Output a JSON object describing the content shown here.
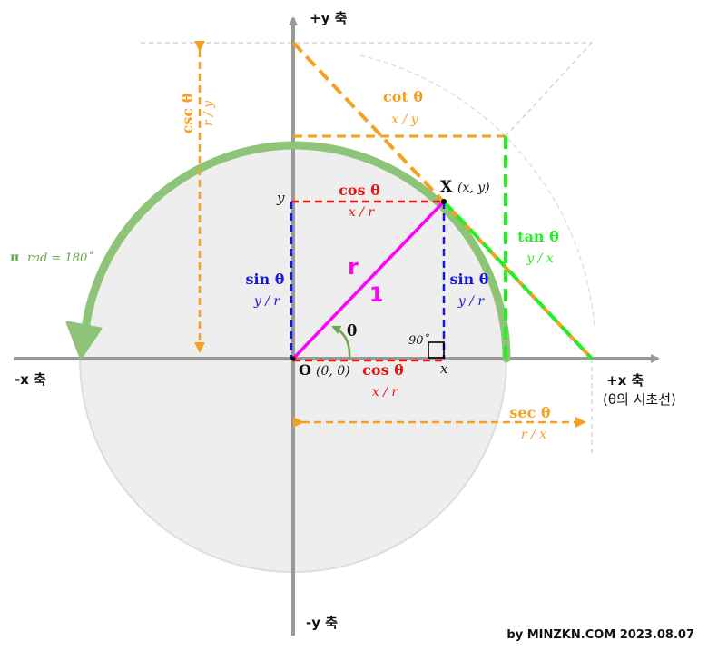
{
  "colors": {
    "circle_fill": "#eeeeee",
    "circle_stroke": "#dddddd",
    "axis": "#999999",
    "arc": "#8dc477",
    "radius": "#ff00ff",
    "sin": "#1818dd",
    "cos": "#ee1111",
    "tan": "#22ee22",
    "orange": "#f7a020",
    "guide": "#cccccc",
    "theta_arrow": "#66a84a"
  },
  "axes": {
    "pos_y": "+y 축",
    "neg_y": "-y 축",
    "neg_x": "-x 축",
    "pos_x": "+x 축",
    "pos_x_note": "(θ의 시초선)"
  },
  "points": {
    "origin_letter": "O",
    "origin_coords": "(0, 0)",
    "x_point_letter": "X",
    "x_point_coords": "(x, y)",
    "y_tick": "y",
    "x_tick": "x"
  },
  "angle": {
    "theta": "θ",
    "right_angle": "90˚"
  },
  "radius": {
    "r": "r",
    "one": "1"
  },
  "labels": {
    "cos_top_name": "cos θ",
    "cos_top_ratio": "x / r",
    "cos_bottom_name": "cos θ",
    "cos_bottom_ratio": "x / r",
    "sin_left_name": "sin θ",
    "sin_left_ratio": "y / r",
    "sin_right_name": "sin θ",
    "sin_right_ratio": "y / r",
    "tan_name": "tan θ",
    "tan_ratio": "y / x",
    "cot_name": "cot θ",
    "cot_ratio": "x / y",
    "sec_name": "sec θ",
    "sec_ratio": "r / x",
    "csc_name": "csc θ",
    "csc_ratio": "r / y",
    "pi_symbol": "π",
    "pi_note": "rad = 180˚"
  },
  "credit": "by MINZKN.COM 2023.08.07"
}
